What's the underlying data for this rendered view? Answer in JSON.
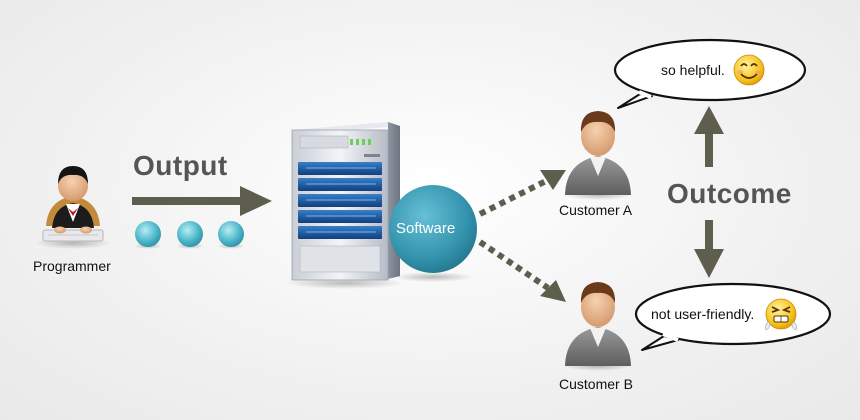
{
  "programmer": {
    "label": "Programmer"
  },
  "output": {
    "label": "Output"
  },
  "server": {
    "badge": "Software"
  },
  "customer_a": {
    "label": "Customer A",
    "feedback": "so helpful."
  },
  "customer_b": {
    "label": "Customer B",
    "feedback": "not user-friendly."
  },
  "outcome": {
    "label": "Outcome"
  },
  "icons": {
    "happy": "smiling-face-emoji",
    "angry": "frustrated-face-emoji"
  },
  "colors": {
    "arrow": "#5e5e4e",
    "dot": "#49b6c8",
    "software_badge": "#3a93ab",
    "heading": "#555555"
  }
}
